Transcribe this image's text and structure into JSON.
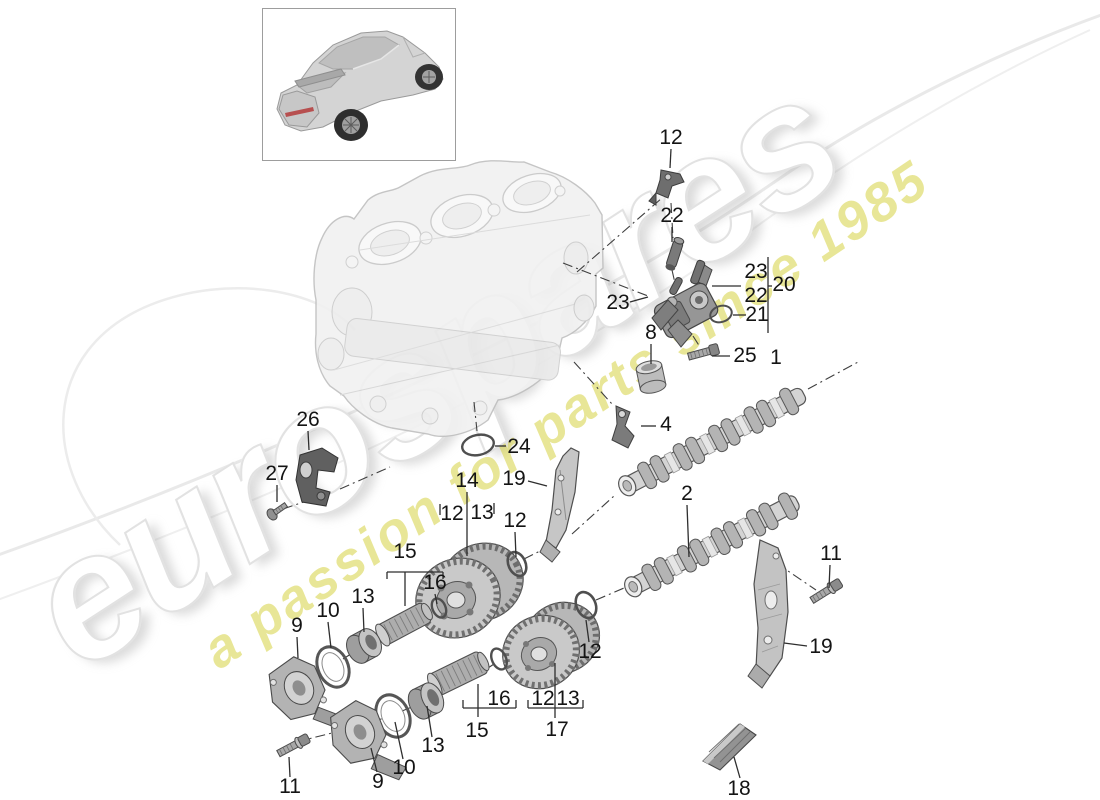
{
  "watermark": {
    "brand": "eurospares",
    "tagline": "a passion for parts since 1985",
    "brand_fill": "#ffffff",
    "brand_outline": "#e2e2e2",
    "tagline_color": "#d6d243"
  },
  "thumbnail": {
    "description": "car-rear-three-quarter-view"
  },
  "diagram": {
    "line_color": "#2e2e2e",
    "part_fill": "#c0c0c0",
    "engine_ghost_color": "#c9c9c9"
  },
  "callouts": [
    {
      "label": "12"
    },
    {
      "label": "22"
    },
    {
      "label": "23"
    },
    {
      "label": "20"
    },
    {
      "label": "22"
    },
    {
      "label": "21"
    },
    {
      "label": "23"
    },
    {
      "label": "8"
    },
    {
      "label": "25"
    },
    {
      "label": "1"
    },
    {
      "label": "26"
    },
    {
      "label": "24"
    },
    {
      "label": "27"
    },
    {
      "label": "4"
    },
    {
      "label": "14"
    },
    {
      "label": "19"
    },
    {
      "label": "12"
    },
    {
      "label": "13"
    },
    {
      "label": "12"
    },
    {
      "label": "2"
    },
    {
      "label": "15"
    },
    {
      "label": "16"
    },
    {
      "label": "9"
    },
    {
      "label": "10"
    },
    {
      "label": "13"
    },
    {
      "label": "11"
    },
    {
      "label": "19"
    },
    {
      "label": "12"
    },
    {
      "label": "16"
    },
    {
      "label": "12"
    },
    {
      "label": "13"
    },
    {
      "label": "15"
    },
    {
      "label": "17"
    },
    {
      "label": "13"
    },
    {
      "label": "10"
    },
    {
      "label": "9"
    },
    {
      "label": "11"
    },
    {
      "label": "18"
    }
  ]
}
